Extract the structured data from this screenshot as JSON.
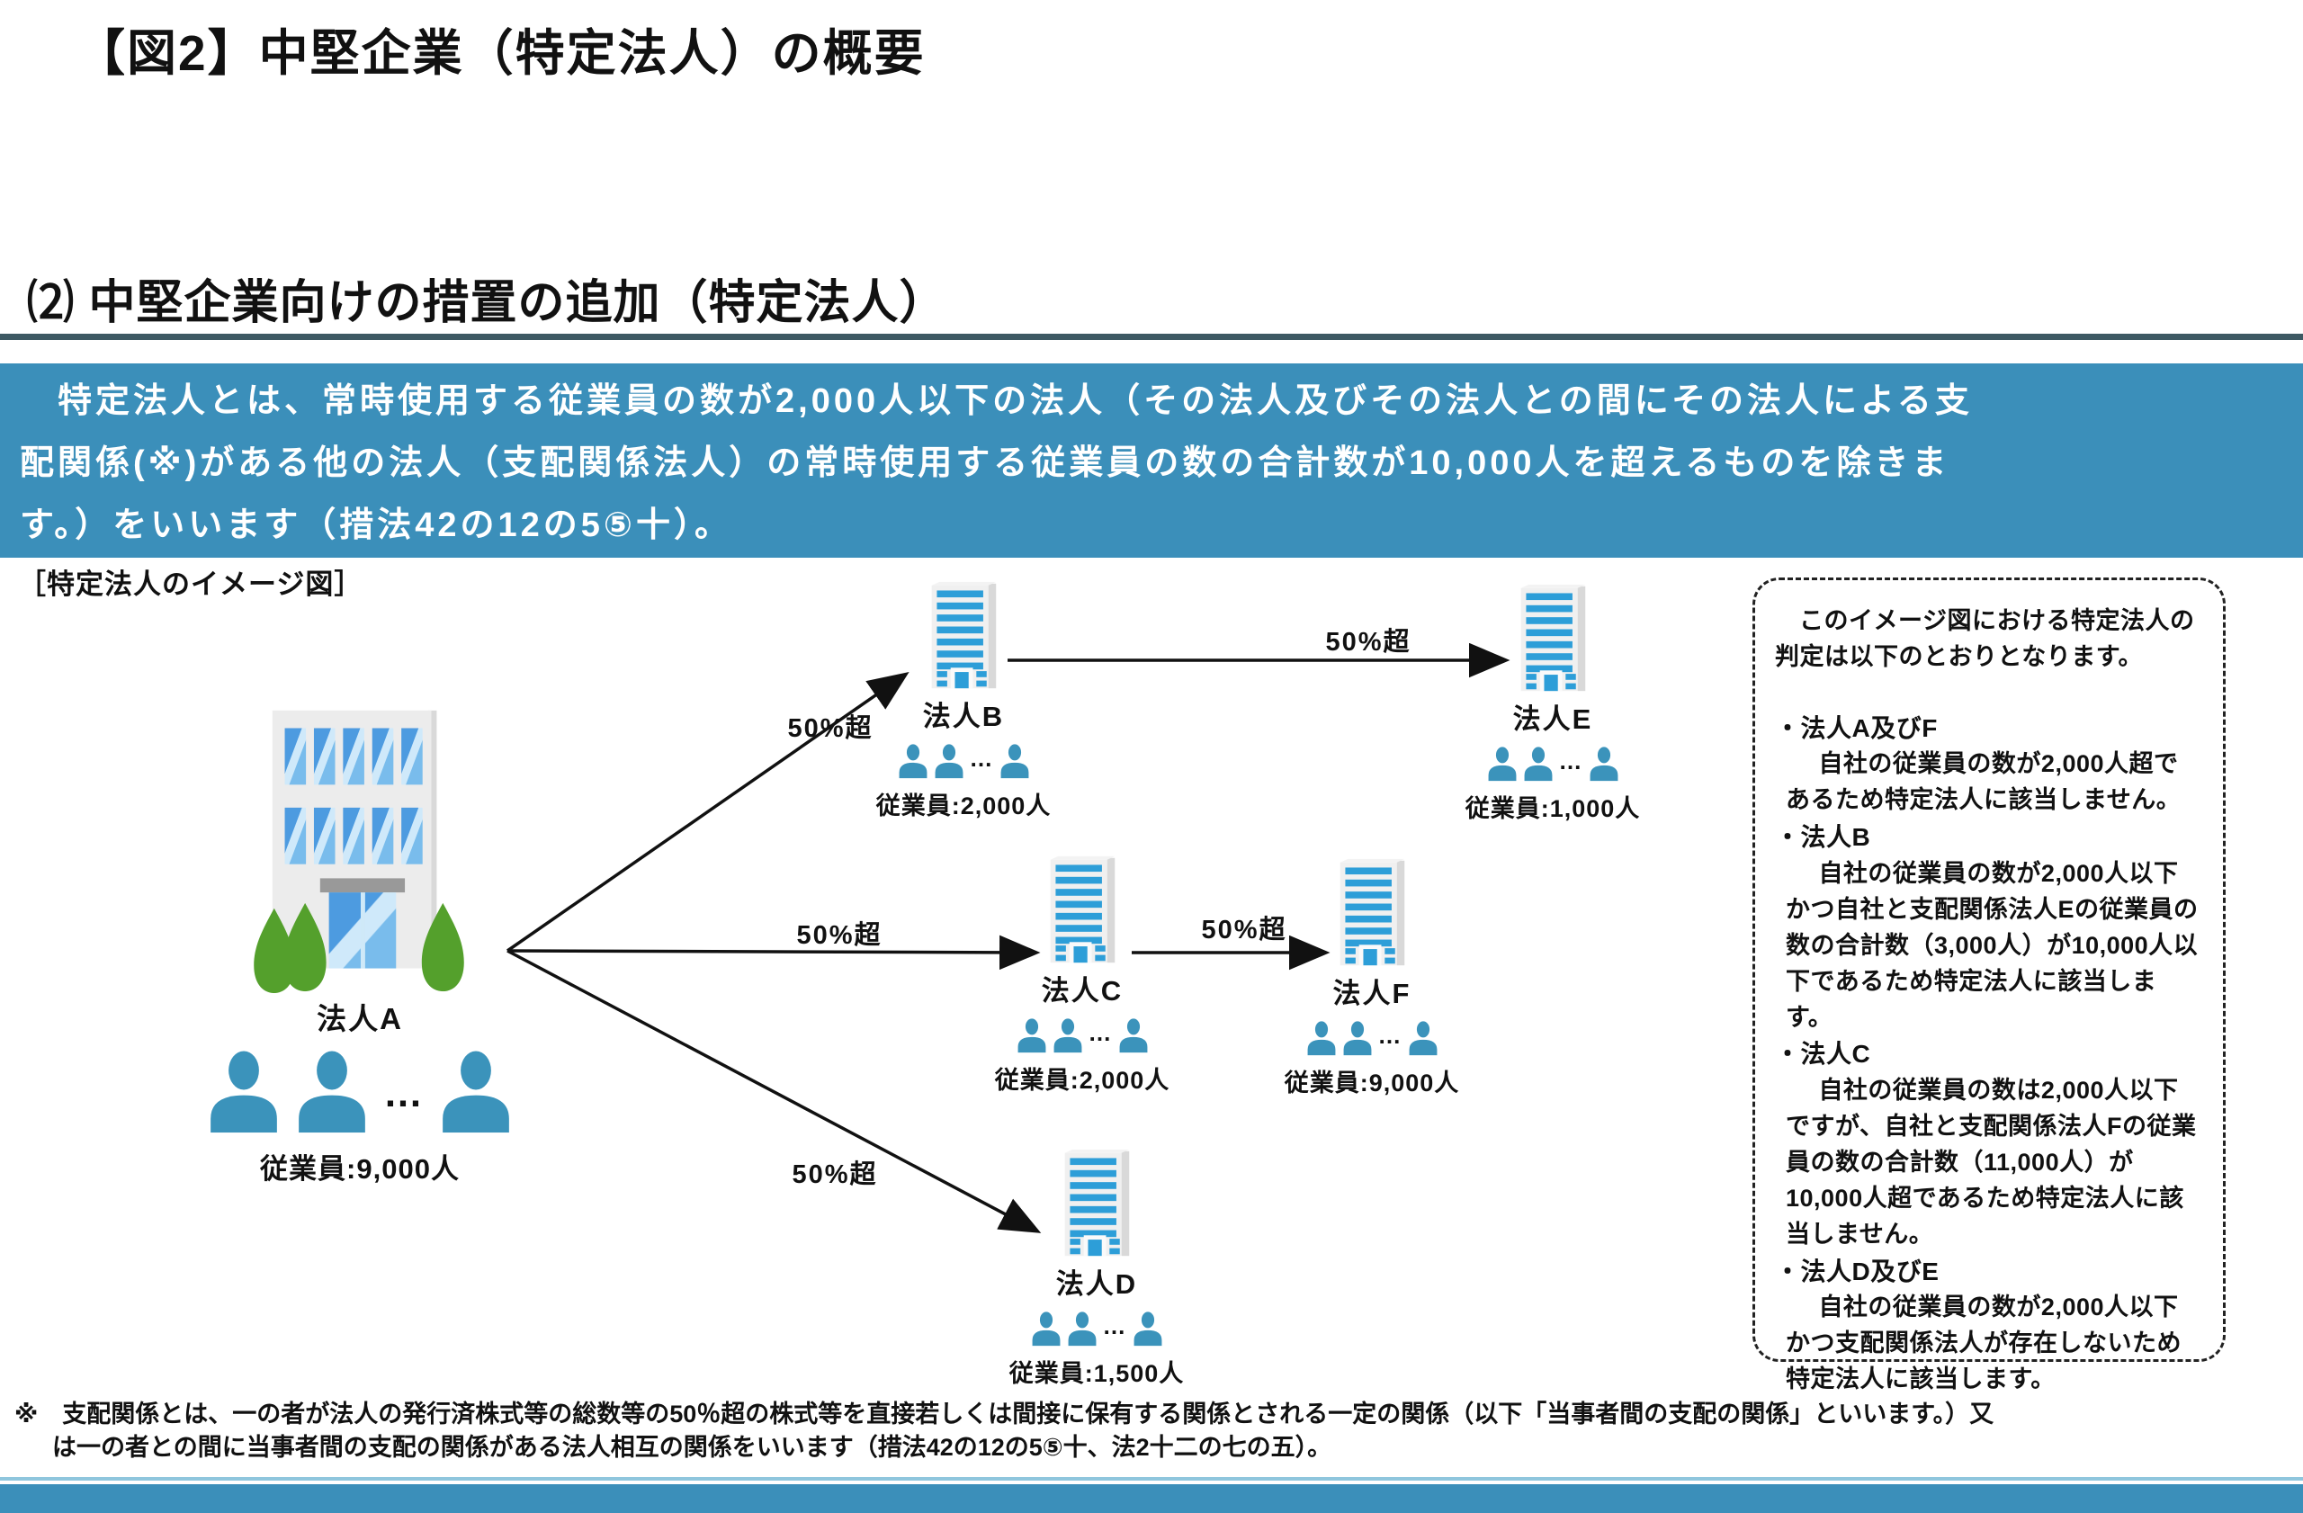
{
  "page": {
    "title": "【図2】中堅企業（特定法人）の概要",
    "section_heading": "⑵ 中堅企業向けの措置の追加（特定法人）",
    "figure_label": "［特定法人のイメージ図］"
  },
  "definition_banner": {
    "lines": [
      "　特定法人とは、常時使用する従業員の数が2,000人以下の法人（その法人及びその法人との間にその法人による支",
      "配関係(※)がある他の法人（支配関係法人）の常時使用する従業員の数の合計数が10,000人を超えるものを除きま",
      "す。）をいいます（措法42の12の5⑤十）。"
    ]
  },
  "diagram": {
    "ellipsis": "…",
    "entities": [
      {
        "id": "A",
        "name": "法人A",
        "employees": "従業員:9,000人"
      },
      {
        "id": "B",
        "name": "法人B",
        "employees": "従業員:2,000人"
      },
      {
        "id": "C",
        "name": "法人C",
        "employees": "従業員:2,000人"
      },
      {
        "id": "D",
        "name": "法人D",
        "employees": "従業員:1,500人"
      },
      {
        "id": "E",
        "name": "法人E",
        "employees": "従業員:1,000人"
      },
      {
        "id": "F",
        "name": "法人F",
        "employees": "従業員:9,000人"
      }
    ],
    "arrows": [
      {
        "from": "法人A",
        "to": "法人B",
        "label": "50%超"
      },
      {
        "from": "法人A",
        "to": "法人C",
        "label": "50%超"
      },
      {
        "from": "法人A",
        "to": "法人D",
        "label": "50%超"
      },
      {
        "from": "法人B",
        "to": "法人E",
        "label": "50%超"
      },
      {
        "from": "法人C",
        "to": "法人F",
        "label": "50%超"
      }
    ]
  },
  "explanation_box": {
    "intro": "このイメージ図における特定法人の判定は以下のとおりとなります。",
    "items": [
      {
        "heading": "・法人A及びF",
        "body": "自社の従業員の数が2,000人超であるため特定法人に該当しません。"
      },
      {
        "heading": "・法人B",
        "body": "自社の従業員の数が2,000人以下かつ自社と支配関係法人Eの従業員の数の合計数（3,000人）が10,000人以下であるため特定法人に該当します。"
      },
      {
        "heading": "・法人C",
        "body": "自社の従業員の数は2,000人以下ですが、自社と支配関係法人Fの従業員の数の合計数（11,000人）が10,000人超であるため特定法人に該当しません。"
      },
      {
        "heading": "・法人D及びE",
        "body": "自社の従業員の数が2,000人以下かつ支配関係法人が存在しないため特定法人に該当します。"
      }
    ]
  },
  "footnote": {
    "lines": [
      "※　支配関係とは、一の者が法人の発行済株式等の総数等の50％超の株式等を直接若しくは間接に保有する関係とされる一定の関係（以下「当事者間の支配の関係」といいます。）又",
      "は一の者との間に当事者間の支配の関係がある法人相互の関係をいいます（措法42の12の5⑤十、法2十二の七の五）。"
    ]
  },
  "colors": {
    "banner_blue": "#3b8fba",
    "stripe_blue": "#2d9ed8",
    "person_blue": "#3b93bb",
    "window_blue": "#4d9be0",
    "tree_green": "#54a02c",
    "rule_dark": "#3d5963"
  }
}
